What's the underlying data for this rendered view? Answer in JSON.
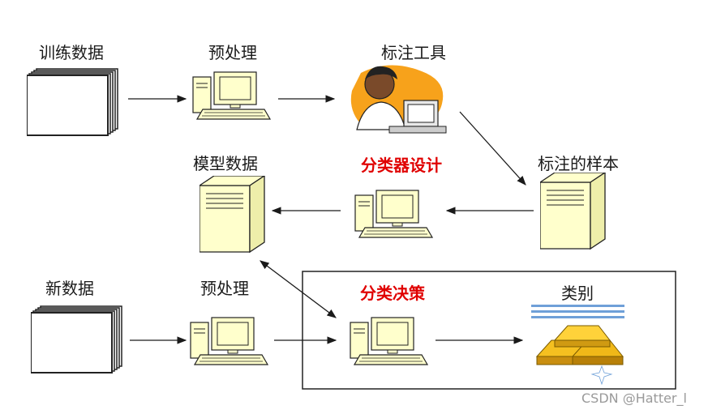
{
  "labels": {
    "train_data": "训练数据",
    "preprocess_top": "预处理",
    "label_tool": "标注工具",
    "labeled_samples": "标注的样本",
    "classifier_design": "分类器设计",
    "model_data": "模型数据",
    "new_data": "新数据",
    "preprocess_bottom": "预处理",
    "classify_decision": "分类决策",
    "category": "类别"
  },
  "watermark": "CSDN @Hatter_l",
  "colors": {
    "device_fill": "#ffffcc",
    "highlight_text": "#e00000",
    "line": "#1a1a1a"
  }
}
